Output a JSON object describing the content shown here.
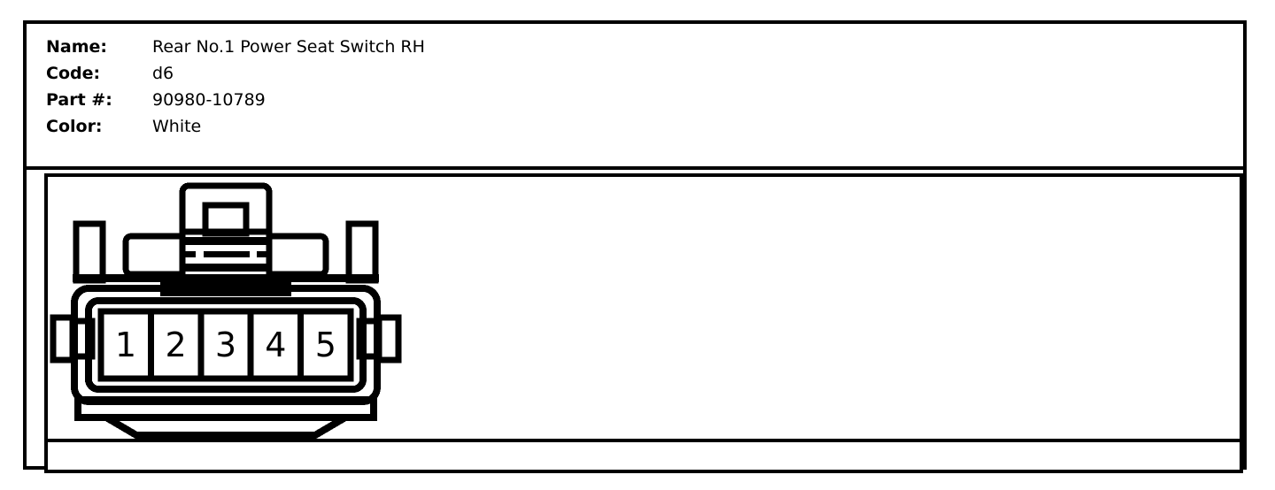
{
  "spec": {
    "rows": [
      {
        "label": "Name:",
        "value": "Rear No.1 Power Seat Switch RH"
      },
      {
        "label": "Code:",
        "value": "d6"
      },
      {
        "label": "Part #:",
        "value": "90980-10789"
      },
      {
        "label": "Color:",
        "value": "White"
      }
    ]
  },
  "diagram": {
    "type": "connector-face-view",
    "description": "5-cavity rectangular automotive connector, front view with top latch",
    "cavity_count": 5,
    "cavity_labels": [
      "1",
      "2",
      "3",
      "4",
      "5"
    ],
    "line_color": "#000000",
    "fill_color": "#FFFFFF"
  }
}
